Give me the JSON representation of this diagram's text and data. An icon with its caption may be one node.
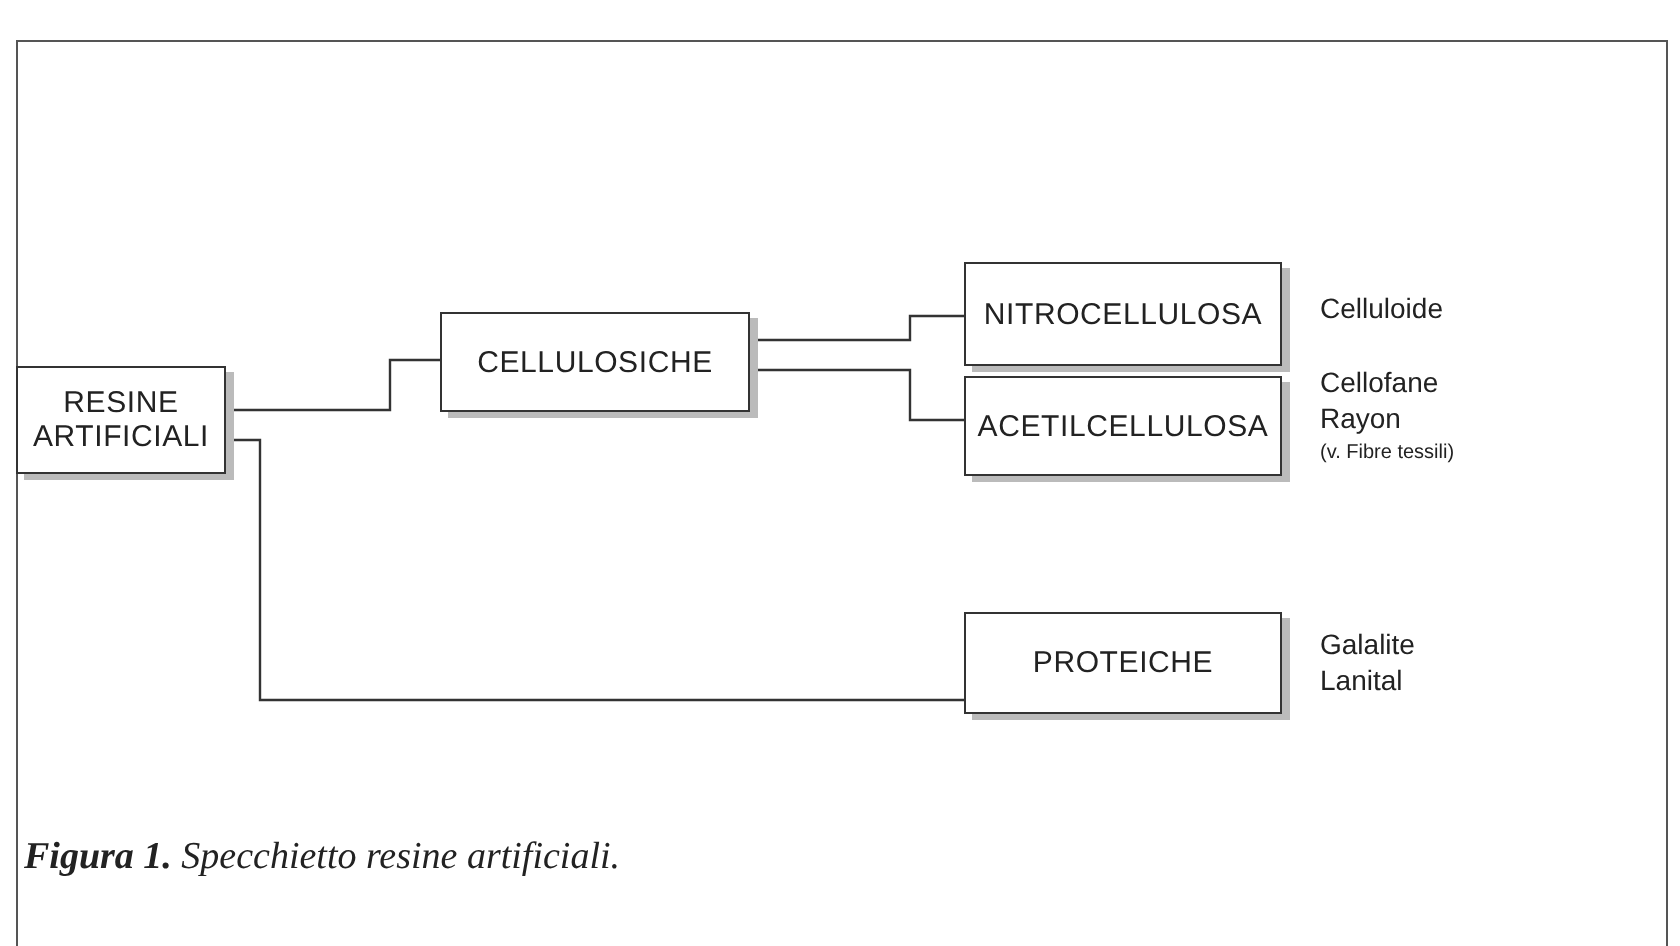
{
  "diagram": {
    "caption": "**Figura 1.** Specchietto resine artificiali.",
    "nodes": [
      {
        "text": [
          "RESINE ARTIFICIALI"
        ]
      },
      {
        "text": [
          "CELLULOSICHE"
        ]
      },
      {
        "text": [
          "NITROCELLULOSA"
        ],
        "beside": [
          "Celluloide"
        ]
      },
      {
        "text": [
          "ACETILCELLULOSA"
        ],
        "beside": [
          "Cellofane",
          "Rayon",
          "(v. Fibre tessili)"
        ]
      },
      {
        "text": [
          "PROTEICHE"
        ],
        "beside": [
          "Galalite",
          "Lanital"
        ]
      }
    ],
    "edges": [
      {
        "from": 0,
        "to": 1,
        "arrow": "none"
      },
      {
        "from": 0,
        "to": 4,
        "arrow": "none"
      },
      {
        "from": 1,
        "to": 2,
        "arrow": "none"
      },
      {
        "from": 1,
        "to": 3,
        "arrow": "none"
      }
    ]
  }
}
